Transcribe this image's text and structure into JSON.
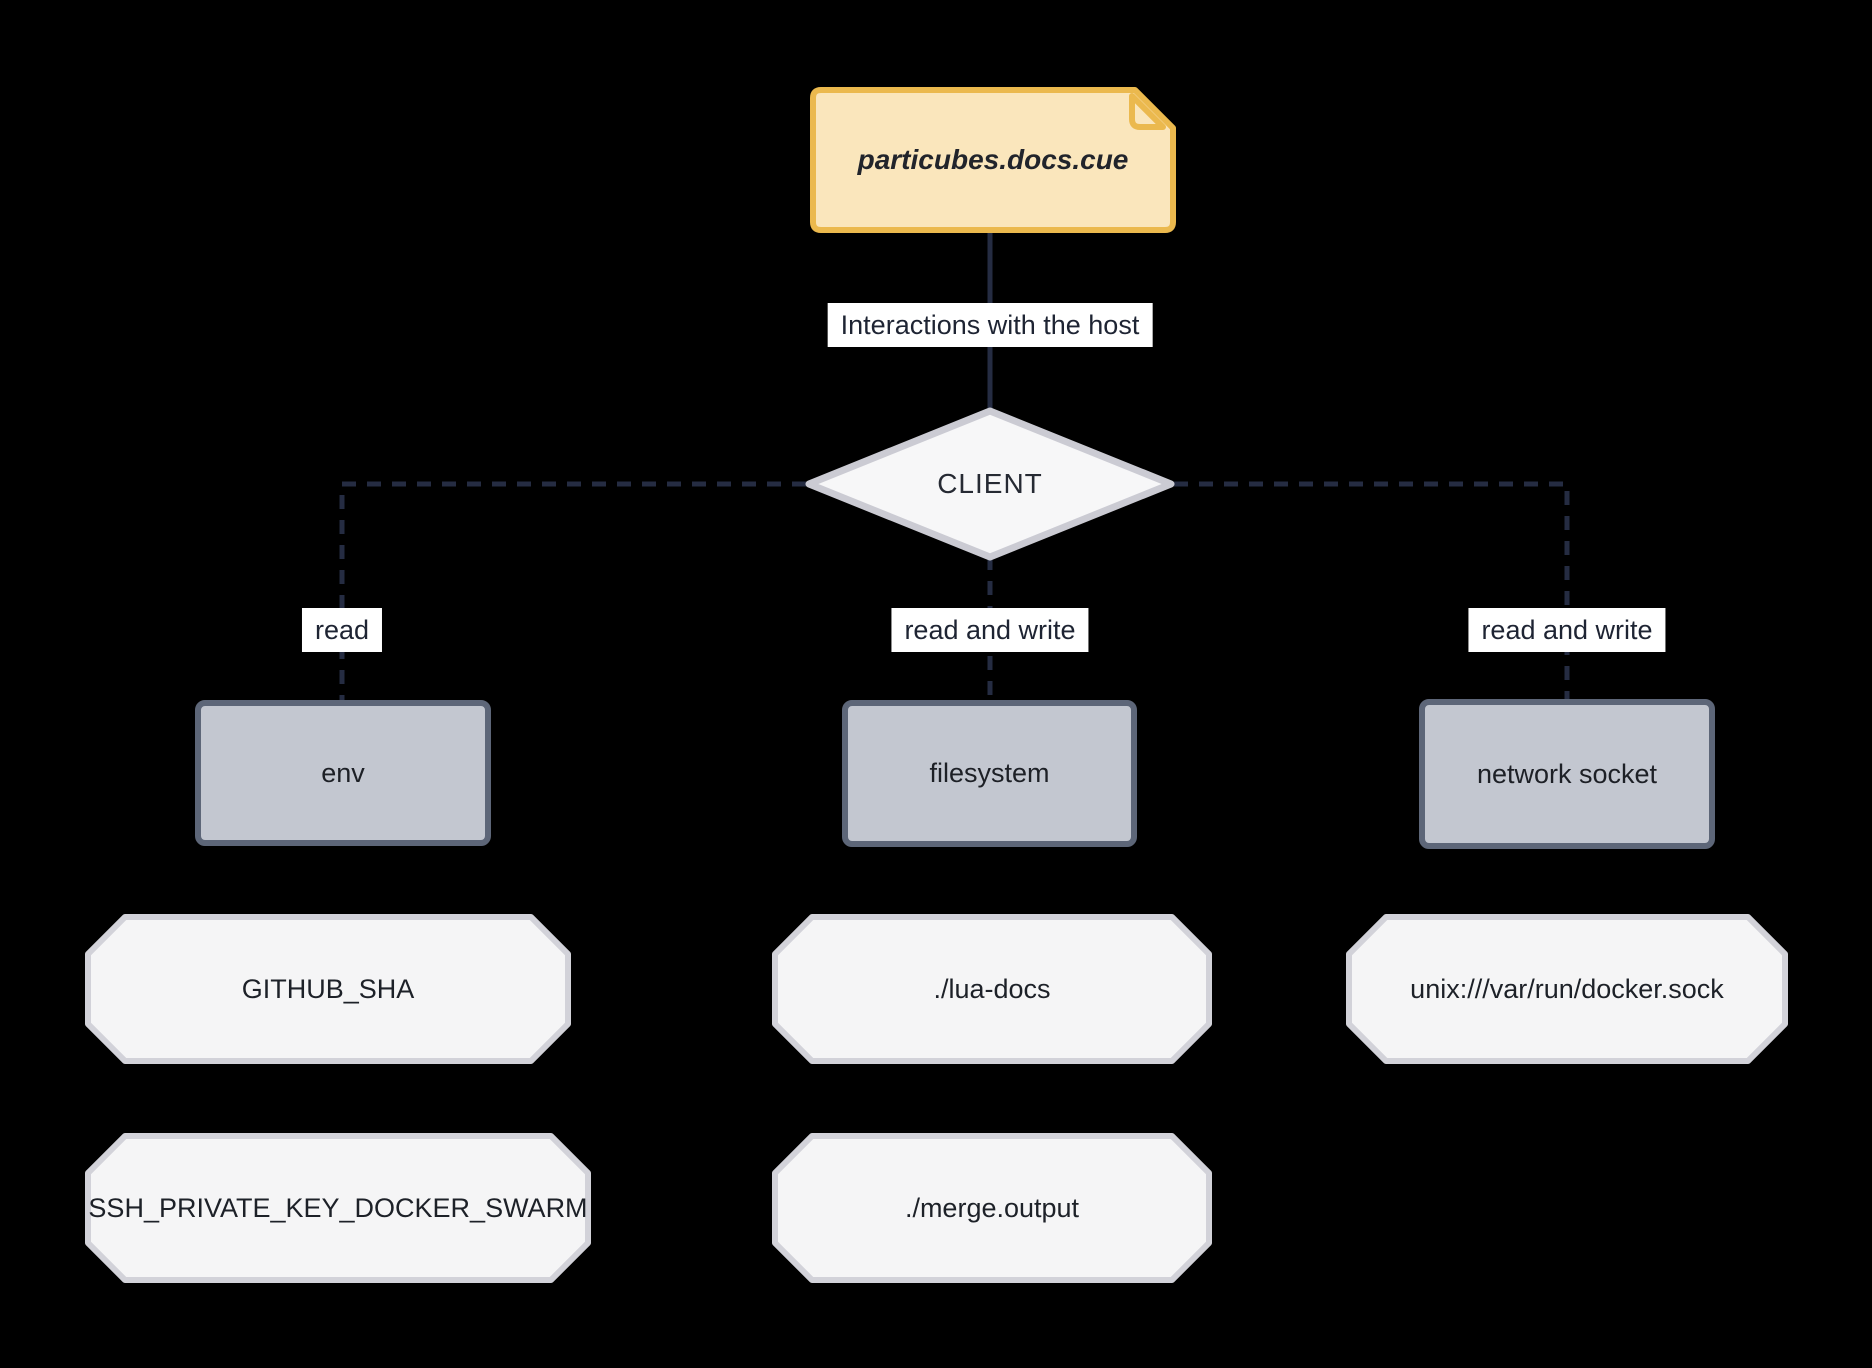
{
  "diagram": {
    "title_node": {
      "label": "particubes.docs.cue",
      "shape": "note",
      "fill": "#FAE6BC",
      "stroke": "#EBB94E"
    },
    "main_edge_label": "Interactions with the host",
    "decision": {
      "label": "CLIENT",
      "shape": "diamond",
      "fill": "#F7F7F8",
      "stroke": "#CBCBD3"
    },
    "columns": [
      {
        "edge_label": "read",
        "resource": "env",
        "items": [
          "GITHUB_SHA",
          "SSH_PRIVATE_KEY_DOCKER_SWARM"
        ]
      },
      {
        "edge_label": "read and write",
        "resource": "filesystem",
        "items": [
          "./lua-docs",
          "./merge.output"
        ]
      },
      {
        "edge_label": "read and write",
        "resource": "network socket",
        "items": [
          "unix:///var/run/docker.sock"
        ]
      }
    ],
    "colors": {
      "background": "#000000",
      "connector_line": "#252C42",
      "edge_label_background": "#FFFFFF",
      "edge_label_text": "#1E2433",
      "resource_box_fill": "#C3C7D0",
      "resource_box_stroke": "#5D6678",
      "octagon_fill": "#F5F5F6",
      "octagon_stroke": "#D2D2D9",
      "note_fill": "#FAE6BC",
      "note_stroke": "#EBB94E",
      "diamond_fill": "#F7F7F8",
      "diamond_stroke": "#CBCBD3",
      "node_text": "#1D2128"
    }
  }
}
